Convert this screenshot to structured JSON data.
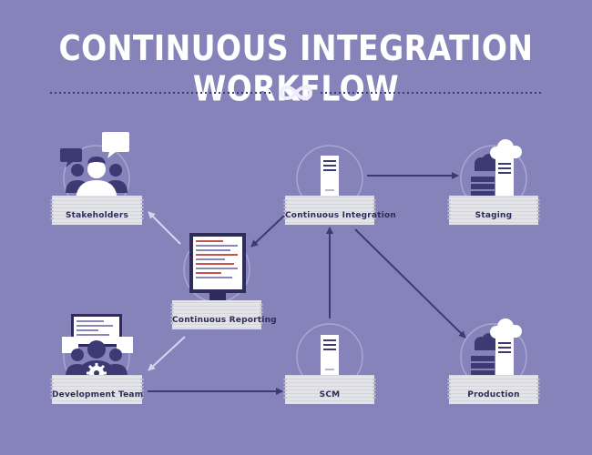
{
  "diagram": {
    "title": "CONTINUOUS INTEGRATION WORKFLOW",
    "nodes": [
      {
        "id": "stakeholders",
        "label": "Stakeholders"
      },
      {
        "id": "continuous-integration",
        "label": "Continuous Integration"
      },
      {
        "id": "staging",
        "label": "Staging"
      },
      {
        "id": "continuous-reporting",
        "label": "Continuous Reporting"
      },
      {
        "id": "development-team",
        "label": "Development Team"
      },
      {
        "id": "scm",
        "label": "SCM"
      },
      {
        "id": "production",
        "label": "Production"
      }
    ]
  },
  "colors": {
    "background": "#8583b9",
    "arrow_dark": "#3d3a73",
    "arrow_light": "#d7d5f0",
    "platform": "#e3e3e8",
    "label_text": "#2e2c58",
    "accent_red": "#c9534a"
  }
}
